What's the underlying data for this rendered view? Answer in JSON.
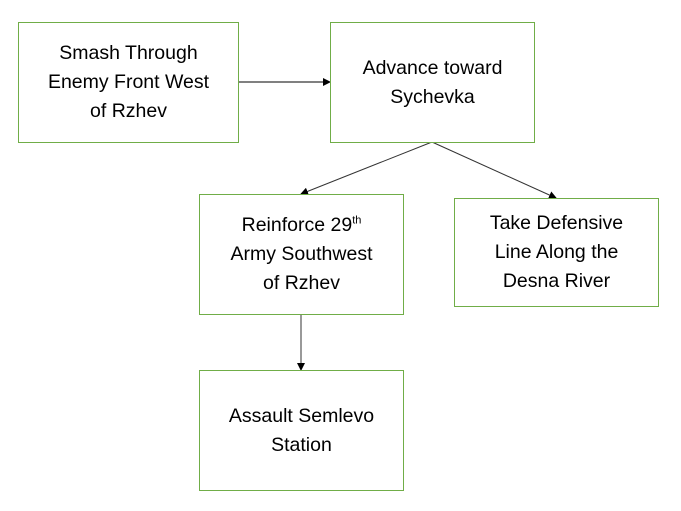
{
  "diagram": {
    "border_color": "#70ad47",
    "edge_color": "#000000",
    "nodes": [
      {
        "id": "n1",
        "lines": [
          "Smash Through",
          "Enemy Front West",
          "of Rzhev"
        ]
      },
      {
        "id": "n2",
        "lines": [
          "Advance toward",
          "Sychevka"
        ]
      },
      {
        "id": "n3",
        "lines": [
          "Reinforce 29",
          "Army Southwest",
          "of Rzhev"
        ],
        "superscript": "th"
      },
      {
        "id": "n4",
        "lines": [
          "Take Defensive",
          "Line Along the",
          "Desna River"
        ]
      },
      {
        "id": "n5",
        "lines": [
          "Assault Semlevo",
          "Station"
        ]
      }
    ],
    "edges": [
      {
        "from": "n1",
        "to": "n2"
      },
      {
        "from": "n2",
        "to": "n3"
      },
      {
        "from": "n2",
        "to": "n4"
      },
      {
        "from": "n3",
        "to": "n5"
      }
    ]
  }
}
